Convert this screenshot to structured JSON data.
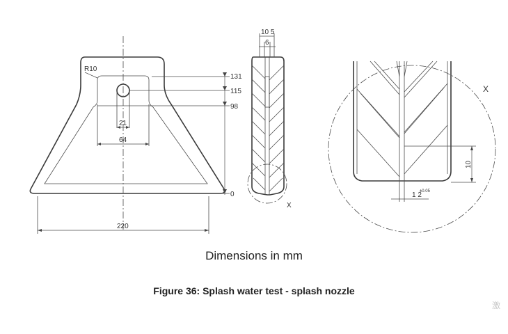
{
  "caption": {
    "units": "Dimensions in mm",
    "figure": "Figure 36: Splash water test - splash nozzle"
  },
  "dimensions": {
    "radius": "R10",
    "level_131": "131",
    "level_115": "115",
    "level_98": "98",
    "level_0": "0",
    "width_21": "21",
    "width_64": "64",
    "width_220": "220",
    "thickness_10_5": "10 5",
    "thickness_6": "6",
    "height_10": "10",
    "gap": "1 2",
    "gap_tolerance": "±0.05"
  },
  "detail_label": "X",
  "detail_view_label": "X",
  "watermark": "激"
}
